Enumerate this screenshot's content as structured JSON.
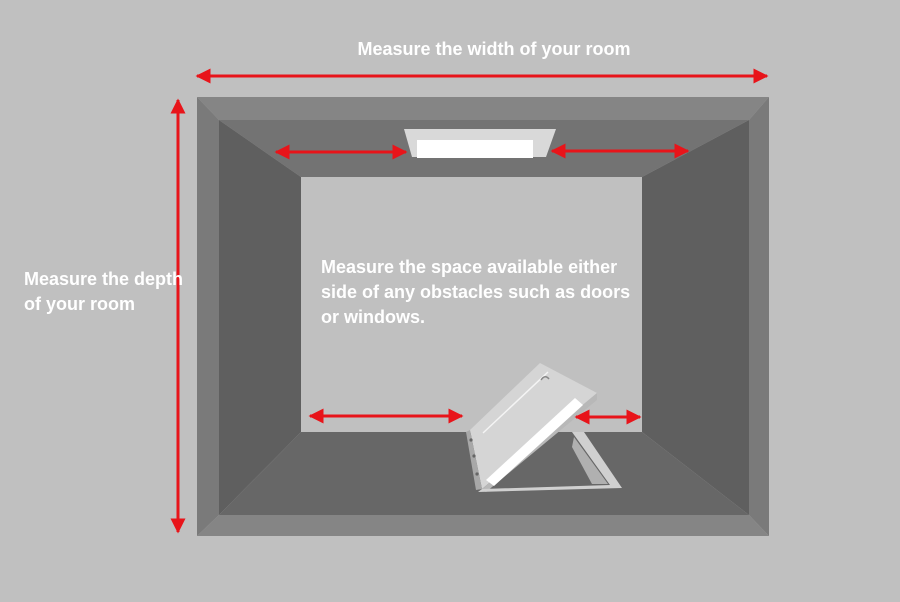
{
  "labels": {
    "width": "Measure the width of your room",
    "depth": "Measure the depth of your room",
    "space": "Measure the space available either side of any obstacles such as doors or windows."
  },
  "colors": {
    "background": "#c0c0c0",
    "arrow": "#e8141a",
    "frame_top": "#858585",
    "frame_side": "#7a7a7a",
    "wall_side": "#5e5e5e",
    "wall_top": "#737373",
    "floor": "#676767",
    "label_text": "#ffffff"
  }
}
